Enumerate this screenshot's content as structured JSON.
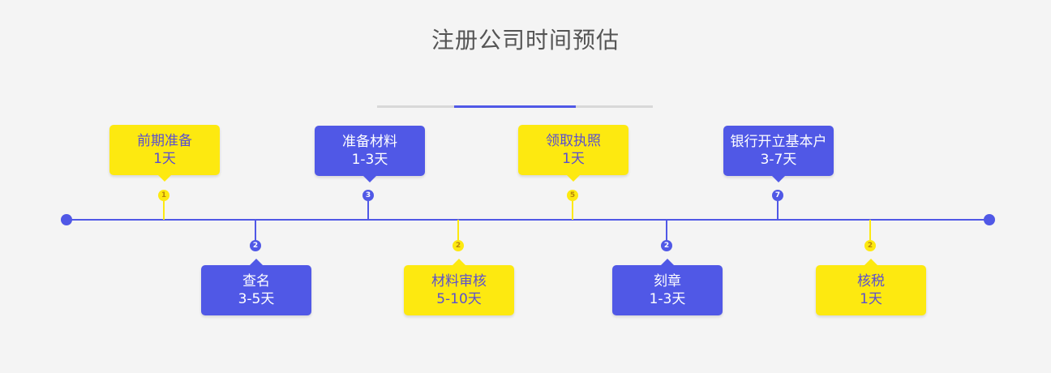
{
  "title": "注册公司时间预估",
  "colors": {
    "blue": "#5058e6",
    "yellow": "#fde910",
    "blue_text": "#ffffff",
    "yellow_text": "#5a4fd0"
  },
  "steps": [
    {
      "name": "前期准备",
      "duration": "1天",
      "marker": "1"
    },
    {
      "name": "查名",
      "duration": "3-5天",
      "marker": "2"
    },
    {
      "name": "准备材料",
      "duration": "1-3天",
      "marker": "3"
    },
    {
      "name": "材料审核",
      "duration": "5-10天",
      "marker": "2"
    },
    {
      "name": "领取执照",
      "duration": "1天",
      "marker": "5"
    },
    {
      "name": "刻章",
      "duration": "1-3天",
      "marker": "2"
    },
    {
      "name": "银行开立基本户",
      "duration": "3-7天",
      "marker": "7"
    },
    {
      "name": "核税",
      "duration": "1天",
      "marker": "2"
    }
  ]
}
